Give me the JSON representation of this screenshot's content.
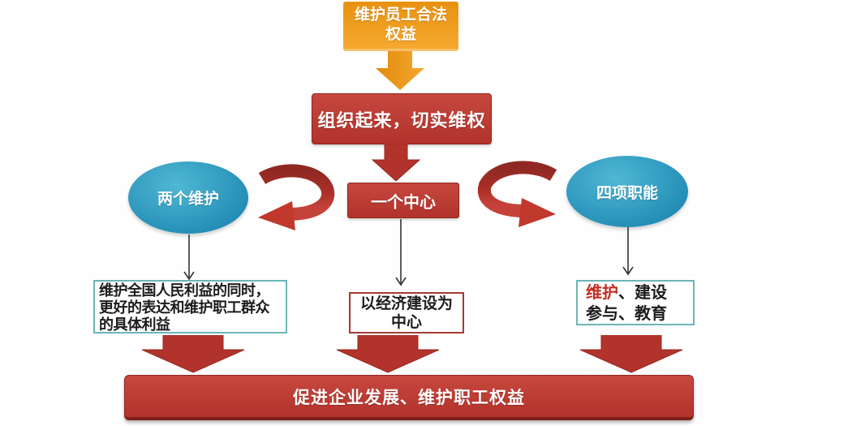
{
  "top_box": {
    "line1": "维护员工合法",
    "line2": "权益"
  },
  "org_banner": {
    "label": "组织起来，切实维权"
  },
  "center_node": {
    "label": "一个中心"
  },
  "left_node": {
    "label": "两个维护"
  },
  "right_node": {
    "label": "四项职能"
  },
  "left_detail": {
    "line1": "维护全国人民利益的同时，",
    "line2": "更好的表达和维护职工群众",
    "line3": "的具体利益"
  },
  "center_detail": {
    "line1": "以经济建设为",
    "line2": "中心"
  },
  "right_detail": {
    "emphasis": "维护",
    "line1_rest": "、建设",
    "line2": "参与、教育"
  },
  "bottom_banner": {
    "label": "促进企业发展、维护职工权益"
  },
  "colors": {
    "orange_top": "#e89110",
    "orange_bottom": "#f5a92f",
    "red_main": "#b2332b",
    "red_light": "#c6473e",
    "red_dark": "#8e2620",
    "blue_light": "#4fb8d4",
    "blue_dark": "#2089b3",
    "teal_border": "#6cb5b9",
    "detail_red_border": "#a63a35",
    "ink": "#1c1c1c",
    "arrow_line": "#333333"
  }
}
